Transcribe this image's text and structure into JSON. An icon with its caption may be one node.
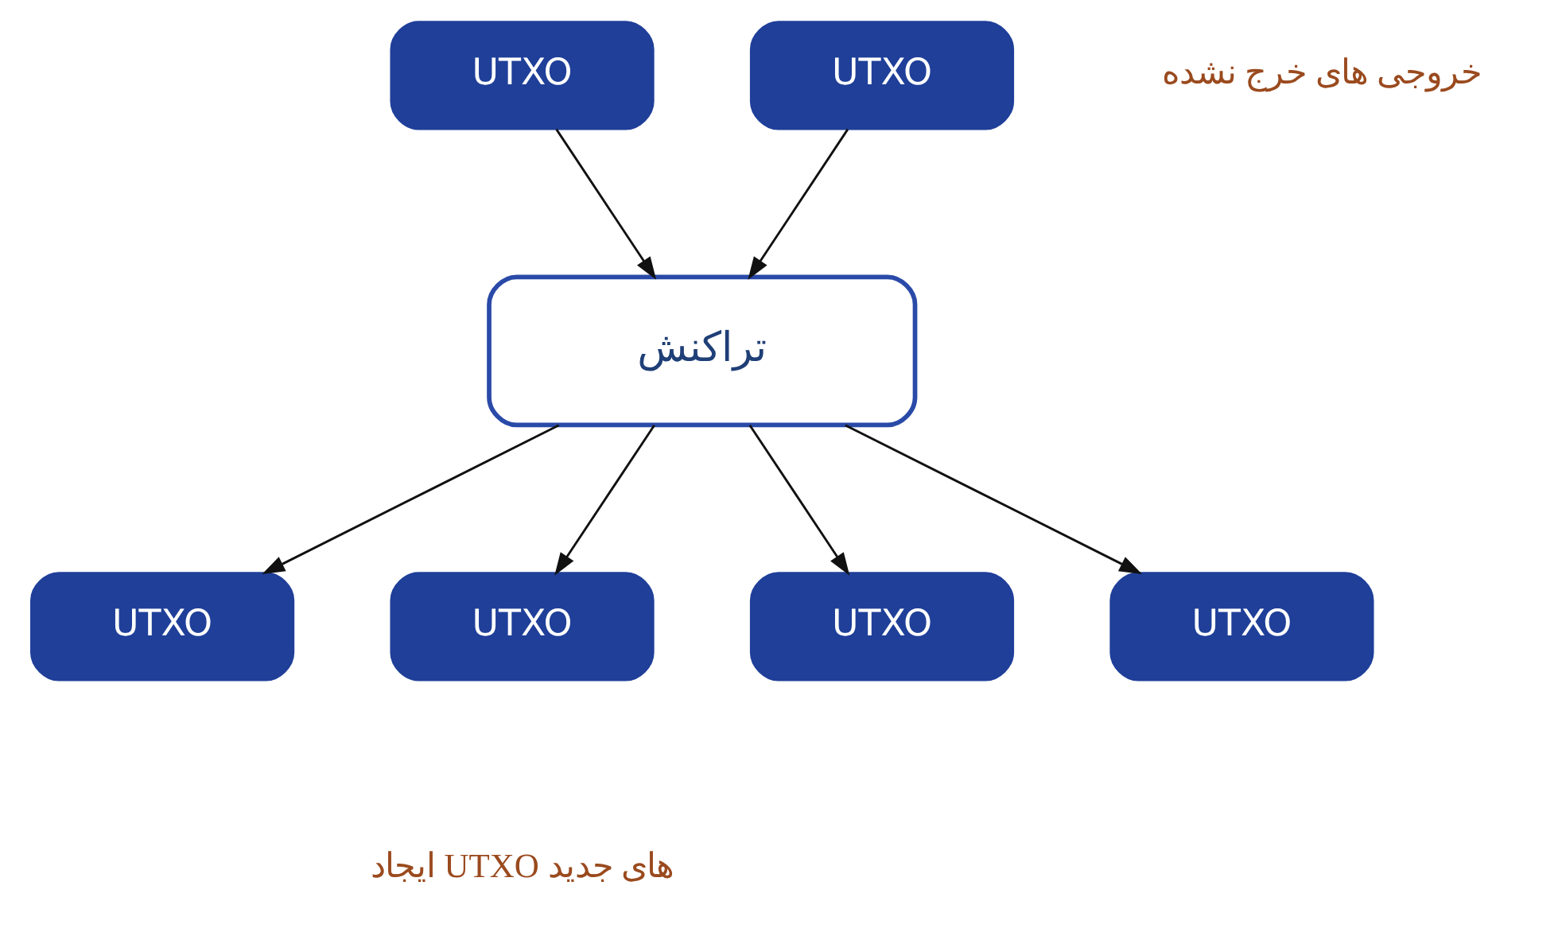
{
  "diagram": {
    "nodes": [
      {
        "text": [
          "UTXO"
        ]
      },
      {
        "text": [
          "UTXO"
        ]
      },
      {
        "text": [
          "تراکنش"
        ]
      },
      {
        "text": [
          "UTXO"
        ]
      },
      {
        "text": [
          "UTXO"
        ]
      },
      {
        "text": [
          "UTXO"
        ]
      },
      {
        "text": [
          "UTXO"
        ]
      }
    ],
    "edges": [
      {
        "from": 0,
        "to": 2,
        "arrow": "to"
      },
      {
        "from": 1,
        "to": 2,
        "arrow": "to"
      },
      {
        "from": 2,
        "to": 3,
        "arrow": "to"
      },
      {
        "from": 2,
        "to": 4,
        "arrow": "to"
      },
      {
        "from": 2,
        "to": 5,
        "arrow": "to"
      },
      {
        "from": 2,
        "to": 6,
        "arrow": "to"
      }
    ],
    "labels": [
      "خروجی های خرج نشده",
      "ایجاد UTXO های جدید"
    ]
  }
}
